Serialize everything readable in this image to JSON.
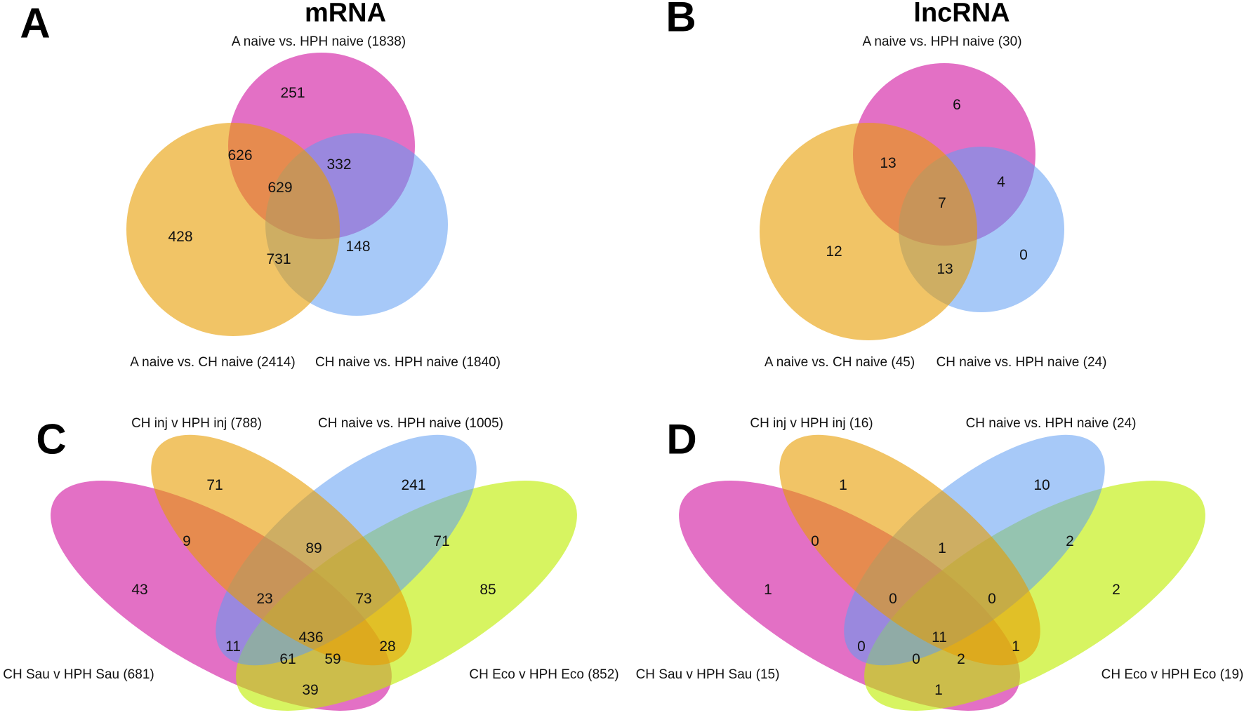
{
  "figure": {
    "description": "Venn diagrams of differentially expressed mRNAs and lncRNAs"
  },
  "colors": {
    "magenta": "#D0109E",
    "yellow": "#E89C00",
    "blue": "#5E9CF2",
    "green": "#BEEE00",
    "text": "#111111",
    "background": "#ffffff"
  },
  "panels": {
    "a": {
      "letter": "A",
      "title": "mRNA",
      "labels": {
        "top": "A naive vs. HPH naive (1838)",
        "bottom_left": "A naive vs. CH naive (2414)",
        "bottom_right": "CH naive vs. HPH naive (1840)"
      },
      "regions": {
        "top_only": {
          "sets": "A naive vs. HPH naive only",
          "value": "251"
        },
        "top_left": {
          "sets": "A-HPH ∩ A-CH",
          "value": "626"
        },
        "top_right": {
          "sets": "A-HPH ∩ CH-HPH",
          "value": "332"
        },
        "center": {
          "sets": "all three comparisons",
          "value": "629"
        },
        "left_only": {
          "sets": "A naive vs. CH naive only",
          "value": "428"
        },
        "bottom": {
          "sets": "A-CH ∩ CH-HPH",
          "value": "731"
        },
        "right_only": {
          "sets": "CH naive vs. HPH naive only",
          "value": "148"
        }
      }
    },
    "b": {
      "letter": "B",
      "title": "lncRNA",
      "labels": {
        "top": "A naive vs. HPH naive (30)",
        "bottom_left": "A naive vs. CH naive (45)",
        "bottom_right": "CH naive vs. HPH naive (24)"
      },
      "regions": {
        "top_only": {
          "sets": "A naive vs. HPH naive only",
          "value": "6"
        },
        "top_left": {
          "sets": "A-HPH ∩ A-CH",
          "value": "13"
        },
        "top_right": {
          "sets": "A-HPH ∩ CH-HPH",
          "value": "4"
        },
        "center": {
          "sets": "all three comparisons",
          "value": "7"
        },
        "left_only": {
          "sets": "A naive vs. CH naive only",
          "value": "12"
        },
        "bottom": {
          "sets": "A-CH ∩ CH-HPH",
          "value": "13"
        },
        "right_only": {
          "sets": "CH naive vs. HPH naive only",
          "value": "0"
        }
      }
    },
    "c": {
      "letter": "C",
      "labels": {
        "top_left": "CH inj v HPH inj (788)",
        "top_right": "CH naive vs. HPH naive (1005)",
        "bottom_left": "CH Sau v HPH Sau (681)",
        "bottom_right": "CH Eco v HPH Eco (852)"
      },
      "regions": {
        "sau_only": {
          "sets": "Sau only",
          "value": "43"
        },
        "inj_only": {
          "sets": "inj only",
          "value": "71"
        },
        "naive_only": {
          "sets": "naive only",
          "value": "241"
        },
        "eco_only": {
          "sets": "Eco only",
          "value": "85"
        },
        "sau_inj": {
          "sets": "Sau ∩ inj",
          "value": "9"
        },
        "inj_naive": {
          "sets": "inj ∩ naive",
          "value": "89"
        },
        "naive_eco": {
          "sets": "naive ∩ Eco",
          "value": "71"
        },
        "sau_naive": {
          "sets": "Sau ∩ naive",
          "value": "11"
        },
        "inj_eco": {
          "sets": "inj ∩ Eco",
          "value": "28"
        },
        "sau_eco": {
          "sets": "Sau ∩ Eco",
          "value": "39"
        },
        "sau_inj_naive": {
          "sets": "Sau ∩ inj ∩ naive",
          "value": "23"
        },
        "inj_naive_eco": {
          "sets": "inj ∩ naive ∩ Eco",
          "value": "73"
        },
        "sau_naive_eco": {
          "sets": "Sau ∩ naive ∩ Eco",
          "value": "61"
        },
        "sau_inj_eco": {
          "sets": "Sau ∩ inj ∩ Eco",
          "value": "59"
        },
        "all_four": {
          "sets": "all four comparisons",
          "value": "436"
        }
      }
    },
    "d": {
      "letter": "D",
      "labels": {
        "top_left": "CH inj v HPH inj (16)",
        "top_right": "CH naive vs. HPH naive (24)",
        "bottom_left": "CH Sau v HPH Sau (15)",
        "bottom_right": "CH Eco v HPH Eco (19)"
      },
      "regions": {
        "sau_only": {
          "sets": "Sau only",
          "value": "1"
        },
        "inj_only": {
          "sets": "inj only",
          "value": "1"
        },
        "naive_only": {
          "sets": "naive only",
          "value": "10"
        },
        "eco_only": {
          "sets": "Eco only",
          "value": "2"
        },
        "sau_inj": {
          "sets": "Sau ∩ inj",
          "value": "0"
        },
        "inj_naive": {
          "sets": "inj ∩ naive",
          "value": "1"
        },
        "naive_eco": {
          "sets": "naive ∩ Eco",
          "value": "2"
        },
        "sau_naive": {
          "sets": "Sau ∩ naive",
          "value": "0"
        },
        "inj_eco": {
          "sets": "inj ∩ Eco",
          "value": "1"
        },
        "sau_eco": {
          "sets": "Sau ∩ Eco",
          "value": "1"
        },
        "sau_inj_naive": {
          "sets": "Sau ∩ inj ∩ naive",
          "value": "0"
        },
        "inj_naive_eco": {
          "sets": "inj ∩ naive ∩ Eco",
          "value": "0"
        },
        "sau_naive_eco": {
          "sets": "Sau ∩ naive ∩ Eco",
          "value": "0"
        },
        "sau_inj_eco": {
          "sets": "Sau ∩ inj ∩ Eco",
          "value": "2"
        },
        "all_four": {
          "sets": "all four comparisons",
          "value": "11"
        }
      }
    }
  }
}
